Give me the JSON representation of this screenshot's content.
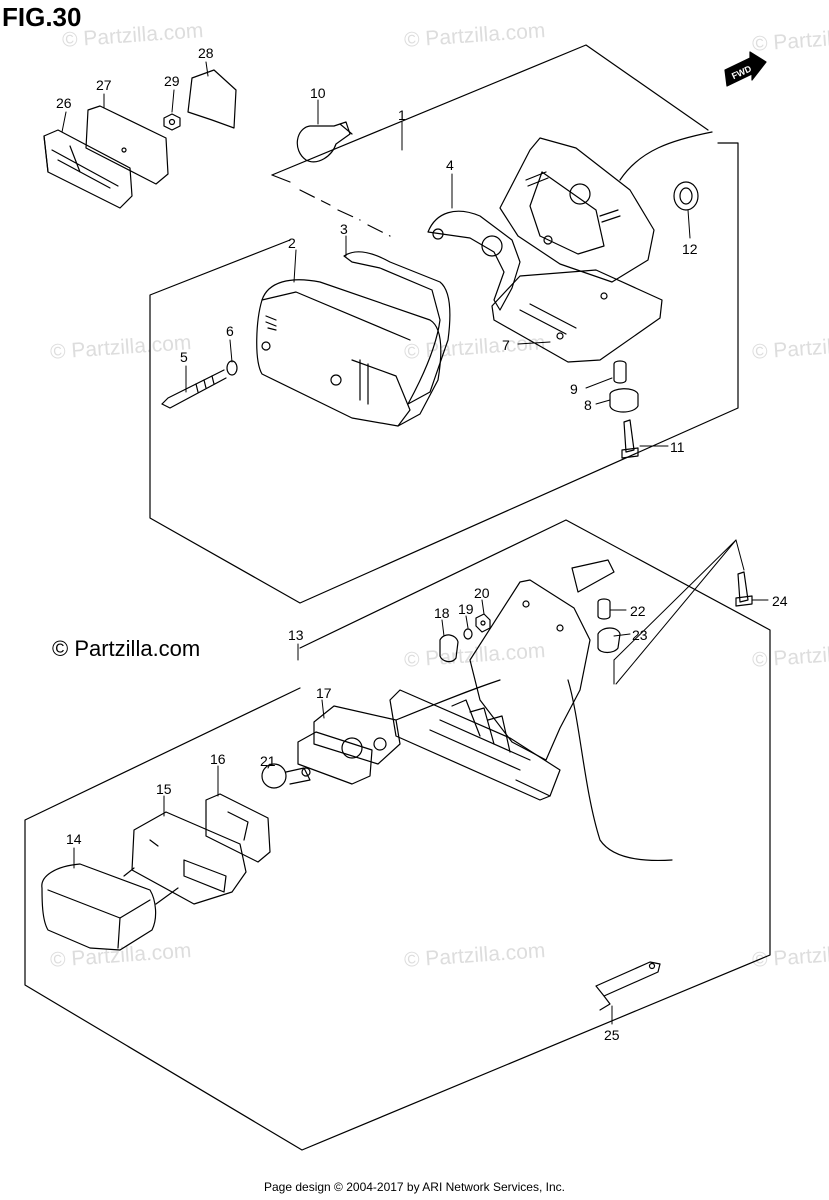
{
  "figure": {
    "title": "FIG.30",
    "fwd_label": "FWD",
    "copyright": "© Partzilla.com",
    "watermark": "© Partzilla.com",
    "footer": "Page design © 2004-2017 by ARI Network Services, Inc."
  },
  "callouts": {
    "p1": "1",
    "p2": "2",
    "p3": "3",
    "p4": "4",
    "p5": "5",
    "p6": "6",
    "p7": "7",
    "p8": "8",
    "p9": "9",
    "p10": "10",
    "p11": "11",
    "p12": "12",
    "p13": "13",
    "p14": "14",
    "p15": "15",
    "p16": "16",
    "p17": "17",
    "p18": "18",
    "p19": "19",
    "p20": "20",
    "p21": "21",
    "p22": "22",
    "p23": "23",
    "p24": "24",
    "p25": "25",
    "p26": "26",
    "p27": "27",
    "p28": "28",
    "p29": "29"
  },
  "colors": {
    "line": "#000000",
    "watermark": "#dddddd",
    "background": "#ffffff"
  }
}
